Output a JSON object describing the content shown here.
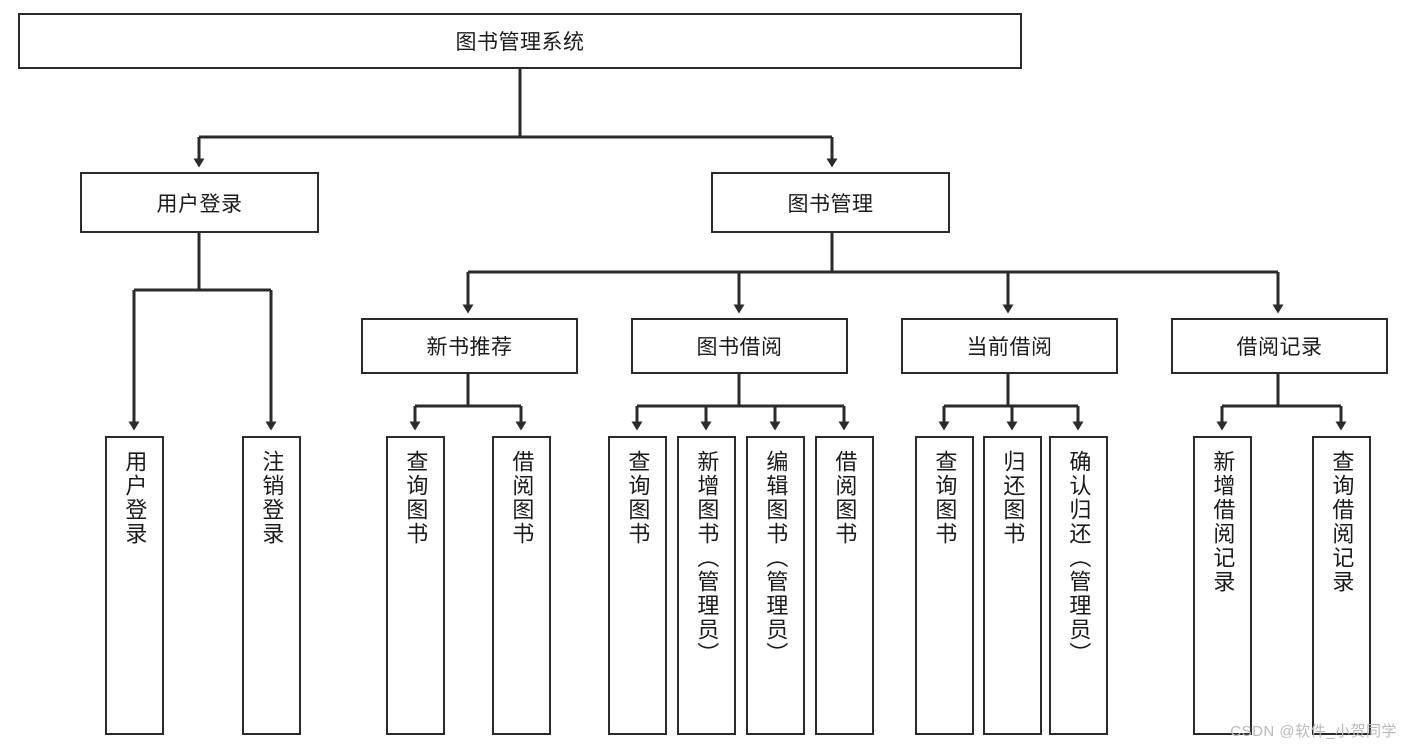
{
  "diagram": {
    "type": "tree-hierarchy",
    "title": "图书管理系统",
    "background_color": "#ffffff",
    "line_color": "#2b2b2b",
    "text_color": "#1b1b1b",
    "watermark": "CSDN @软件_小贺同学",
    "levels": {
      "root": {
        "label": "图书管理系统"
      },
      "level2": [
        {
          "label": "用户登录"
        },
        {
          "label": "图书管理"
        }
      ],
      "level3": [
        {
          "label": "新书推荐"
        },
        {
          "label": "图书借阅"
        },
        {
          "label": "当前借阅"
        },
        {
          "label": "借阅记录"
        }
      ],
      "leaves": {
        "user_login": [
          {
            "label": "用户登录"
          },
          {
            "label": "注销登录"
          }
        ],
        "new_book_recommend": [
          {
            "label": "查询图书"
          },
          {
            "label": "借阅图书"
          }
        ],
        "book_borrow": [
          {
            "label": "查询图书"
          },
          {
            "label": "新增图书（管理员）"
          },
          {
            "label": "编辑图书（管理员）"
          },
          {
            "label": "借阅图书"
          }
        ],
        "current_borrow": [
          {
            "label": "查询图书"
          },
          {
            "label": "归还图书"
          },
          {
            "label": "确认归还（管理员）"
          }
        ],
        "borrow_record": [
          {
            "label": "新增借阅记录"
          },
          {
            "label": "查询借阅记录"
          }
        ]
      }
    }
  }
}
